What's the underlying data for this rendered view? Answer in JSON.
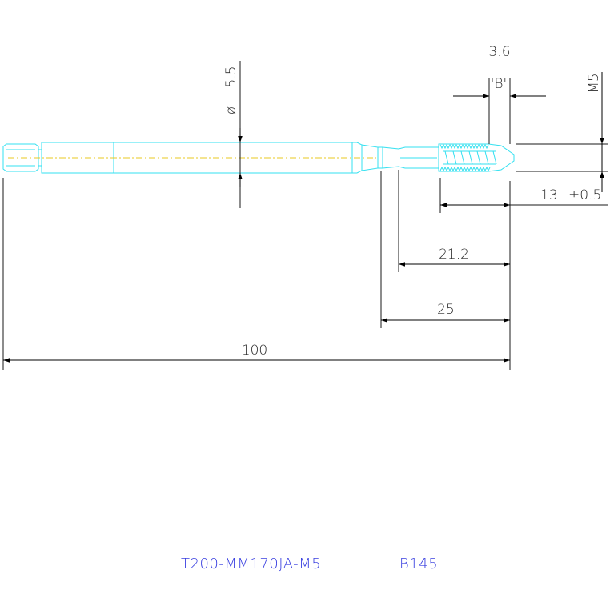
{
  "dimensions": {
    "diameter_symbol": "ø",
    "diameter_value": "5.5",
    "thread_pitch": "3.6",
    "point_label": "'B'",
    "thread_size": "M5",
    "thread_length": "13",
    "thread_tolerance": "±0.5",
    "neck_length": "21.2",
    "flute_length": "25",
    "overall_length": "100"
  },
  "part_number": "T200-MM170JA-M5",
  "series_code": "B145",
  "colors": {
    "tool_outline": "#33e0f0",
    "center_line": "#e8c820",
    "dimension_line": "#1a1a1a",
    "title_text": "#3a40e0"
  }
}
